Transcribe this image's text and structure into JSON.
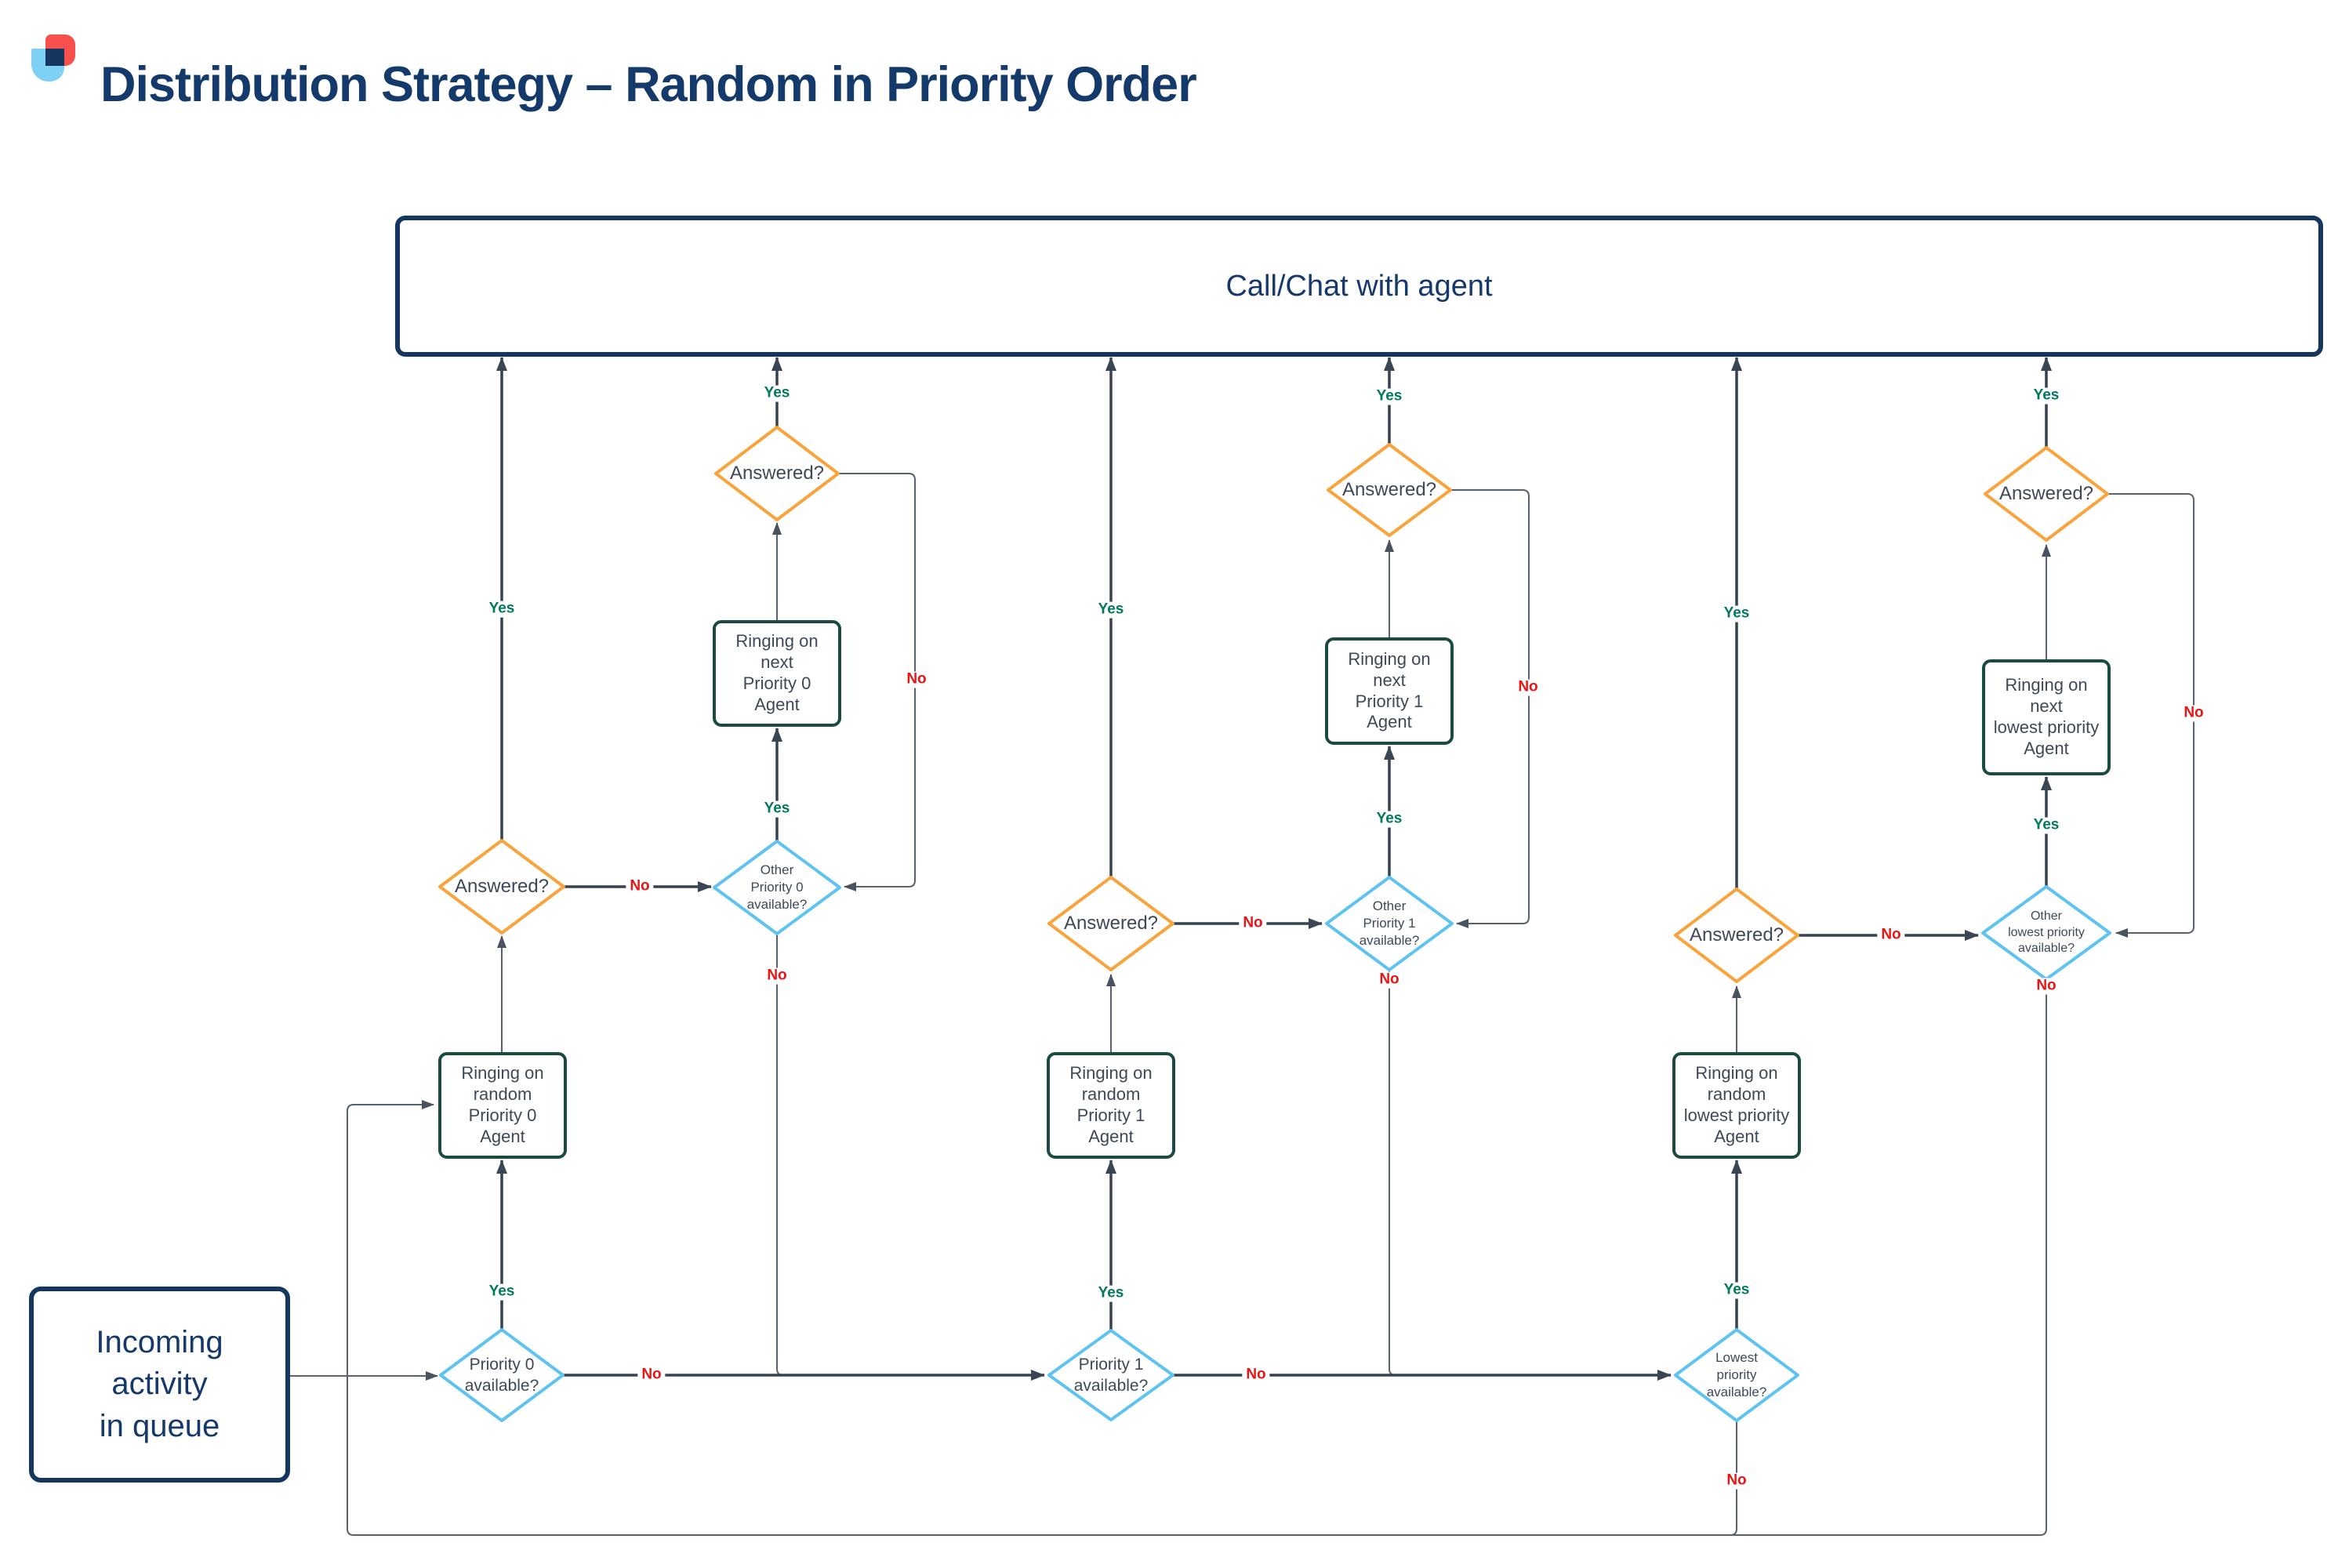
{
  "title": "Distribution Strategy – Random in Priority Order",
  "labels": {
    "yes": "Yes",
    "no": "No"
  },
  "nodes": {
    "call_chat": "Call/Chat with agent",
    "incoming": "Incoming\nactivity\nin queue",
    "answered": "Answered?",
    "p0_available": "Priority 0\navailable?",
    "p1_available": "Priority 1\navailable?",
    "lowest_available": "Lowest\npriority\navailable?",
    "other_p0": "Other\nPriority 0\navailable?",
    "other_p1": "Other\nPriority 1\navailable?",
    "other_lowest": "Other\nlowest priority\navailable?",
    "ringing_random_p0": "Ringing on\nrandom\nPriority 0\nAgent",
    "ringing_random_p1": "Ringing on\nrandom\nPriority 1\nAgent",
    "ringing_random_lowest": "Ringing on\nrandom\nlowest priority\nAgent",
    "ringing_next_p0": "Ringing on\nnext\nPriority 0\nAgent",
    "ringing_next_p1": "Ringing on\nnext\nPriority 1\nAgent",
    "ringing_next_lowest": "Ringing on\nnext\nlowest priority\nAgent"
  },
  "colors": {
    "title_navy": "#133A6B",
    "box_navy_border": "#14365F",
    "diamond_orange": "#F9A33C",
    "diamond_blue": "#5EC3F0",
    "box_teal": "#1A4B40",
    "yes_green": "#00795C",
    "no_red": "#EB1414",
    "line_dark": "#36424F",
    "line_gray": "#59616D",
    "logo_red": "#F8504C",
    "logo_blue": "#7ED0F5",
    "node_text": "#3E4957"
  }
}
